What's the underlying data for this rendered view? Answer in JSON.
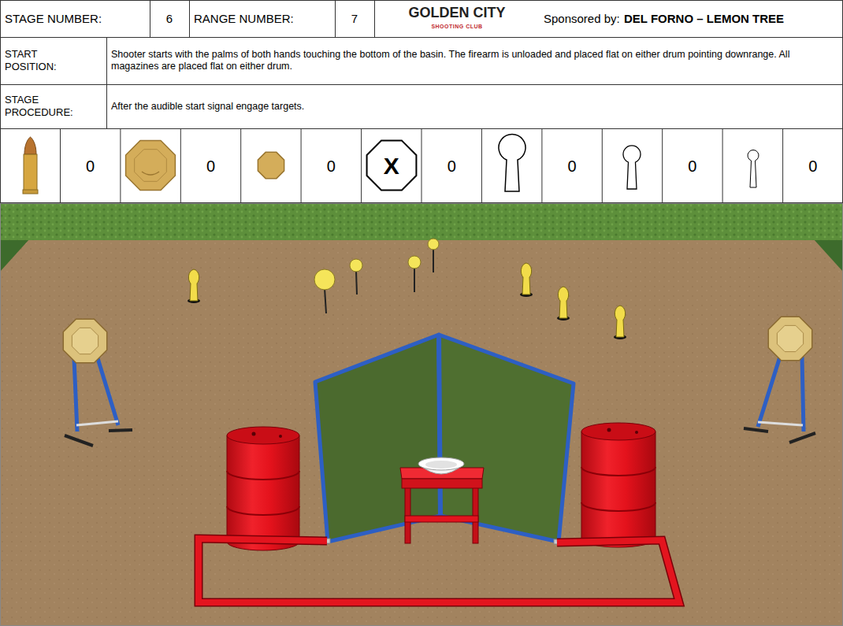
{
  "diagram": {
    "labels": [
      "STAGE NUMBER:",
      "6",
      "RANGE NUMBER:",
      "7",
      "GOLDEN CITY",
      "SHOOTING CLUB",
      "Sponsored by:",
      "DEL FORNO – LEMON TREE",
      "START POSITION:",
      "Shooter starts with the palms of both hands touching the bottom of the basin. The firearm is unloaded and placed flat on either drum pointing downrange. All magazines are placed flat on either drum.",
      "STAGE PROCEDURE:",
      "After the audible start signal engage targets.",
      "0",
      "0",
      "0",
      "X",
      "0",
      "0",
      "0",
      "0"
    ]
  }
}
